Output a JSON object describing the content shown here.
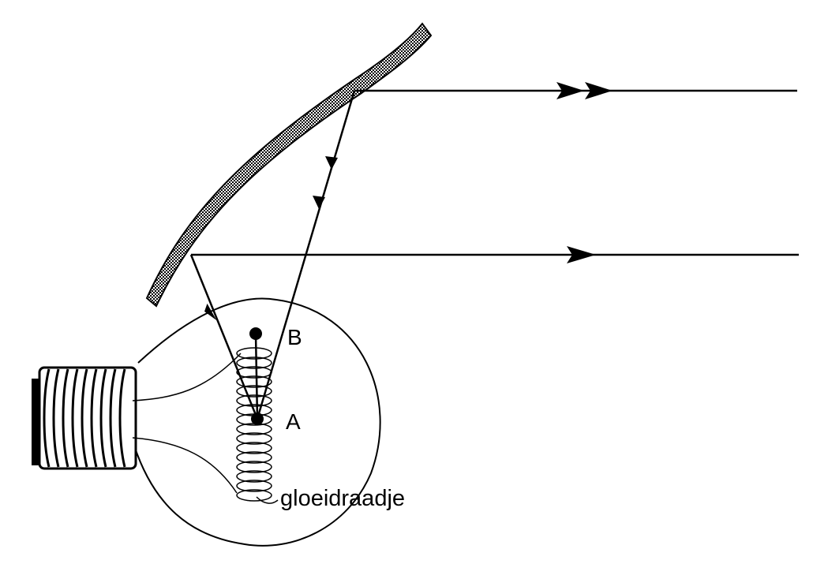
{
  "labels": {
    "point_b": "B",
    "point_a": "A",
    "filament": "gloeidraadje"
  },
  "colors": {
    "ink": "#000000",
    "background": "#ffffff",
    "mirror_fill": "#8c8c8c"
  }
}
